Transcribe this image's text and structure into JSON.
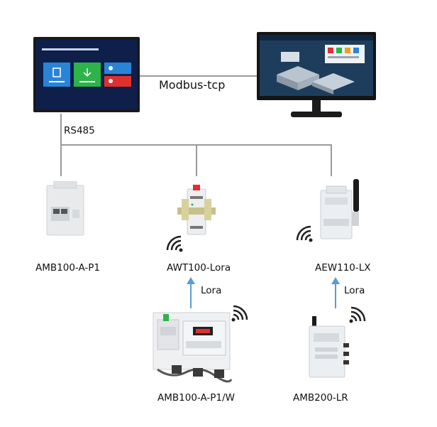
{
  "protocols": {
    "modbus_tcp": "Modbus-tcp",
    "rs485": "RS485",
    "lora_1": "Lora",
    "lora_2": "Lora"
  },
  "devices": {
    "amb100_a_p1": "AMB100-A-P1",
    "awt100_lora": "AWT100-Lora",
    "aew110_lx": "AEW110-LX",
    "amb100_a_p1_w": "AMB100-A-P1/W",
    "amb200_lr": "AMB200-LR"
  },
  "colors": {
    "connector_line": "#9a9a9a",
    "lora_arrow": "#5b9bd5",
    "screen_bg": "#0e1f4a",
    "tile_blue": "#2a84d6",
    "tile_green": "#2db34a",
    "tile_red": "#e0302e"
  }
}
